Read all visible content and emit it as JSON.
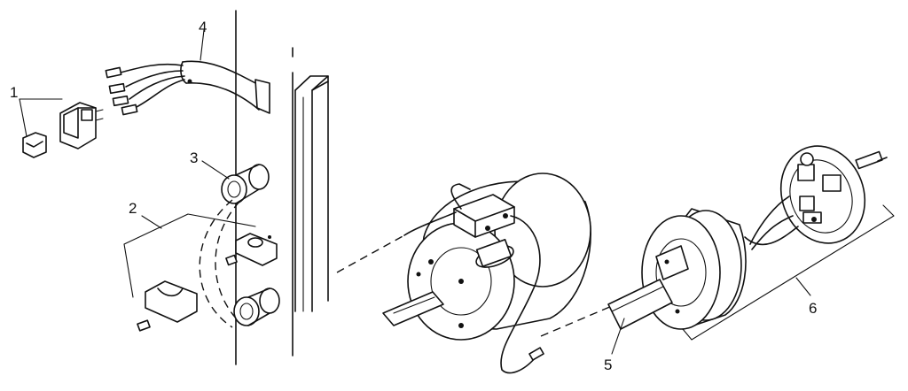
{
  "callouts": {
    "c1": "1",
    "c2": "2",
    "c3": "3",
    "c4": "4",
    "c5": "5",
    "c6": "6"
  },
  "icons": {
    "rocker-switch": "rocker-switch-icon",
    "wire-harness": "wire-harness-icon",
    "grommet": "grommet-icon",
    "clamp": "clamp-icon",
    "motor": "motor-icon",
    "terminal-block": "terminal-block-icon"
  }
}
